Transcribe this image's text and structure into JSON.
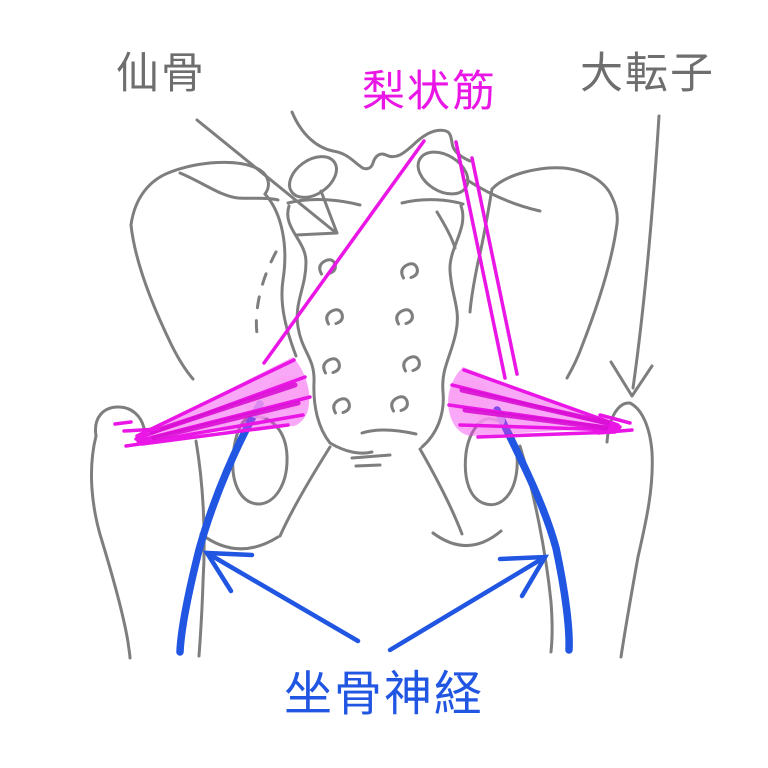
{
  "diagram": {
    "type": "anatomical-illustration",
    "subject": "pelvis-posterior-view-piriformis-and-sciatic-nerve",
    "background": "#ffffff",
    "labels": {
      "sacrum": "仙骨",
      "piriformis": "梨状筋",
      "greater_trochanter": "大転子",
      "sciatic_nerve": "坐骨神経"
    },
    "colors": {
      "sketch_gray": "#7e7e7e",
      "label_gray": "#6e6e6e",
      "muscle_magenta": "#ea16e6",
      "muscle_fill_pink": "#f23cee",
      "muscle_highlight_pink": "#f9a0f2",
      "nerve_blue": "#2156e3"
    }
  }
}
